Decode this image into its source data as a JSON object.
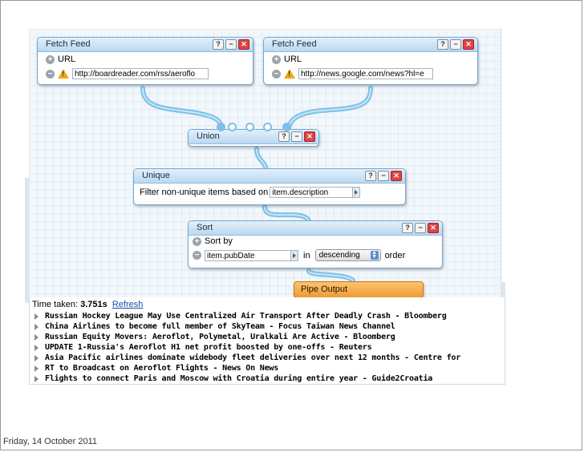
{
  "modules": {
    "fetch_feed_1": {
      "title": "Fetch Feed",
      "url_label": "URL",
      "url_value": "http://boardreader.com/rss/aeroflo"
    },
    "fetch_feed_2": {
      "title": "Fetch Feed",
      "url_label": "URL",
      "url_value": "http://news.google.com/news?hl=e"
    },
    "union": {
      "title": "Union"
    },
    "unique": {
      "title": "Unique",
      "filter_label": "Filter non-unique items based on",
      "field_value": "item.description"
    },
    "sort": {
      "title": "Sort",
      "sort_by_label": "Sort by",
      "field_value": "item.pubDate",
      "in_label": "in",
      "order_value": "descending",
      "order_label": "order"
    },
    "pipe_output": {
      "title": "Pipe Output"
    }
  },
  "module_buttons": {
    "help": "?",
    "minimize": "−",
    "close": "✕"
  },
  "icons": {
    "add": "+",
    "remove": "−"
  },
  "results": {
    "time_label": "Time taken:",
    "time_value": "3.751s",
    "refresh_label": "Refresh",
    "items": [
      "Russian Hockey League May Use Centralized Air Transport After Deadly Crash - Bloomberg",
      "China Airlines to become full member of SkyTeam - Focus Taiwan News Channel",
      "Russian Equity Movers: Aeroflot, Polymetal, Uralkali Are Active - Bloomberg",
      "UPDATE 1-Russia's Aeroflot H1 net profit boosted by one-offs - Reuters",
      "Asia Pacific airlines dominate widebody fleet deliveries over next 12 months - Centre for",
      "RT to Broadcast on Aeroflot Flights - News On News",
      "Flights to connect Paris and Moscow with Croatia during entire year - Guide2Croatia"
    ]
  },
  "footer": {
    "date": "Friday, 14 October 2011"
  },
  "colors": {
    "wire": "#7dc0e8",
    "module_border": "#6fa7d6",
    "output_orange": "#ee9a34",
    "link": "#1b4aa8"
  }
}
